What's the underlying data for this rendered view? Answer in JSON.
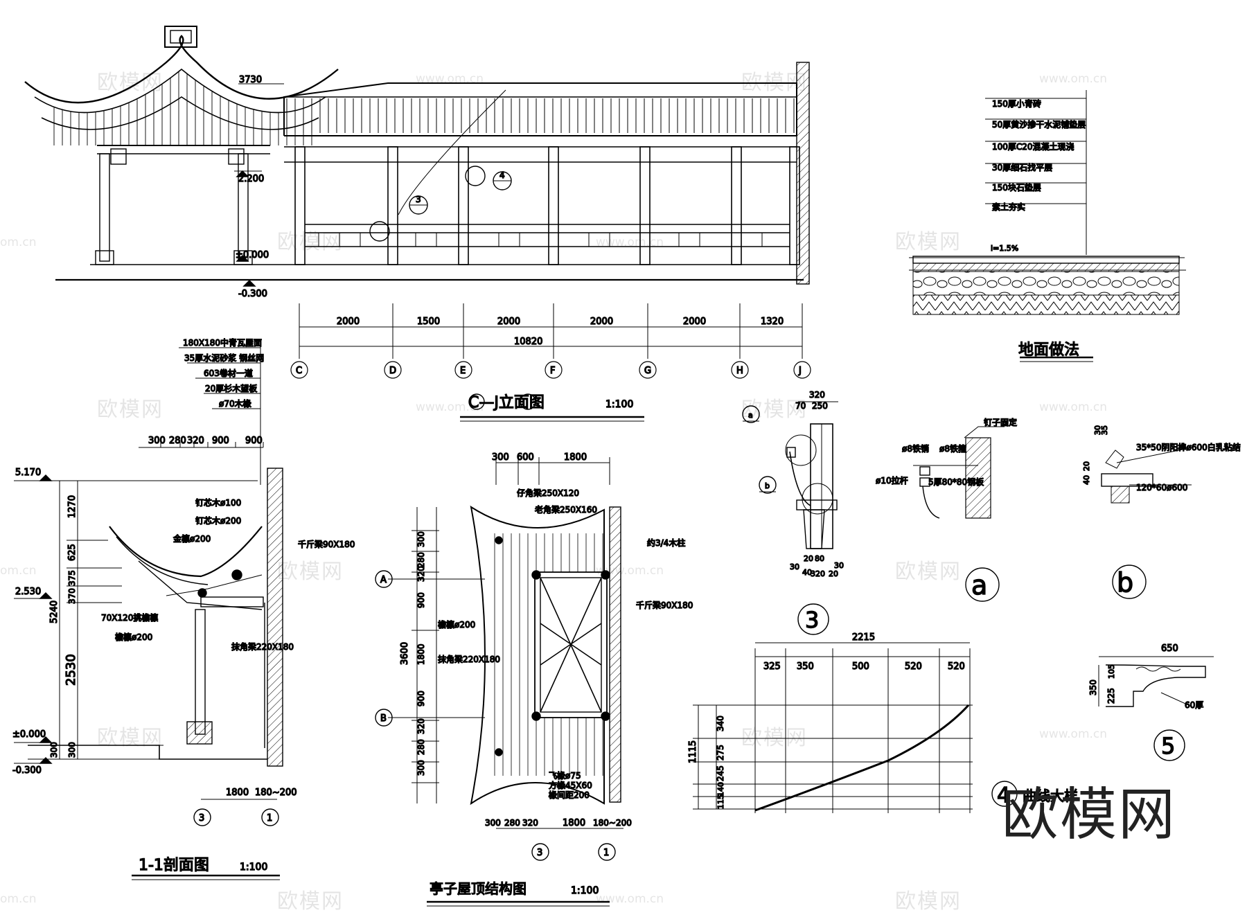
{
  "elevation": {
    "title": "C—J立面图",
    "scale": "1:100",
    "top_dim": "3730",
    "level_beam": "2.200",
    "level_zero": "±0.000",
    "level_ground": "-0.300",
    "spans": [
      "2000",
      "1500",
      "2000",
      "2000",
      "2000",
      "1320"
    ],
    "total": "10820",
    "axes": [
      "C",
      "D",
      "E",
      "F",
      "G",
      "H",
      "J"
    ],
    "callout3": "3",
    "callout4": "4"
  },
  "floor": {
    "title": "地面做法",
    "layers": [
      "150厚小青砖",
      "50厚黄沙掺干水泥铺垫层",
      "100厚C20混凝土现浇",
      "30厚细石找平层",
      "150块石垫层",
      "素土夯实"
    ],
    "slope": "i=1.5%"
  },
  "section": {
    "title": "1-1剖面图",
    "scale": "1:100",
    "roof_layers": [
      "180X180中青瓦屋面",
      "35厚水泥砂浆 钢丝网",
      "603卷材一道",
      "20厚杉木望板",
      "ø70木椽"
    ],
    "top_dims": [
      "300",
      "280",
      "320",
      "900",
      "900"
    ],
    "levels": [
      "5.170",
      "2.530",
      "±0.000",
      "-0.300"
    ],
    "left_dims": [
      "1270",
      "625",
      "370",
      "375",
      "5240",
      "2530",
      "300",
      "300"
    ],
    "labels": [
      "钉芯木ø100",
      "钉芯木ø200",
      "金檩ø200",
      "千斤梁90X180",
      "70X120挑檐檩",
      "檐檩ø200",
      "抹角梁220X180"
    ],
    "bottom_dims": [
      "1800",
      "180~200"
    ],
    "axes": [
      "3",
      "1"
    ]
  },
  "roof_plan": {
    "title": "亭子屋顶结构图",
    "scale": "1:100",
    "top_dims": [
      "300",
      "600",
      "1800"
    ],
    "left_dims": [
      "300",
      "280",
      "320",
      "900",
      "3600",
      "1800",
      "900",
      "320",
      "280",
      "300"
    ],
    "labels": [
      "仔角梁250X120",
      "老角梁250X160",
      "约3/4木柱",
      "千斤梁90X180",
      "檐檩ø200",
      "抹角梁220X180",
      "飞椽ø75",
      "方椽45X60",
      "椽间距200"
    ],
    "bottom_dims": [
      "300",
      "280",
      "320",
      "1800",
      "180~200"
    ],
    "axes": [
      "A",
      "B",
      "3",
      "1"
    ]
  },
  "detail3": {
    "label": "3",
    "dims_top": [
      "320",
      "70",
      "250"
    ],
    "dims_bottom": [
      "20",
      "80",
      "30",
      "40",
      "320",
      "20",
      "30"
    ],
    "callouts": [
      "a",
      "b"
    ]
  },
  "detail_a": {
    "label": "a",
    "notes": [
      "钉子固定",
      "ø8铁销",
      "ø8铁箍",
      "ø10拉杆",
      "5厚80*80钢板"
    ]
  },
  "detail_b": {
    "label": "b",
    "notes": [
      "35*50阴阳榫ø600白乳粘结",
      "120*60ø600"
    ],
    "dims": [
      "30",
      "35",
      "20",
      "40"
    ]
  },
  "curve": {
    "title": "曲线大样",
    "label": "4",
    "total": "2215",
    "cols": [
      "325",
      "350",
      "500",
      "520",
      "520"
    ],
    "total_h": "1115",
    "rows": [
      "340",
      "275",
      "245",
      "140",
      "115"
    ]
  },
  "detail5": {
    "label": "5",
    "width": "650",
    "dims": [
      "105",
      "225",
      "350"
    ],
    "note": "60厚"
  },
  "watermarks": {
    "brand": "欧模网",
    "site": "www.om.cn",
    "site_short": "om.cn"
  },
  "colors": {
    "ink": "#000000",
    "background": "#ffffff"
  }
}
